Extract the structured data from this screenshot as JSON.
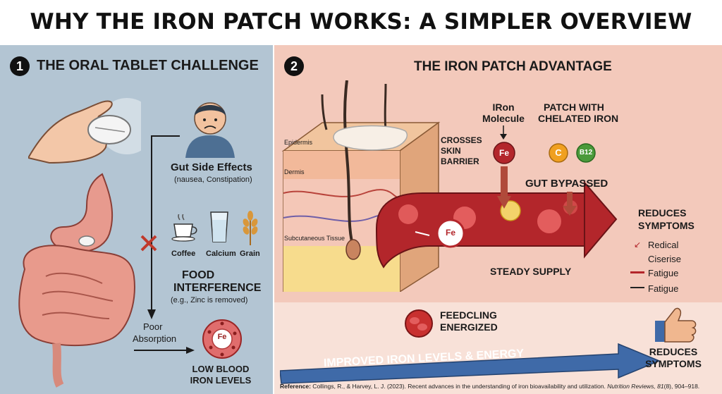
{
  "title": "WHY THE IRON PATCH WORKS: A SIMPLER OVERVIEW",
  "left": {
    "number": "1",
    "heading": "THE ORAL TABLET CHALLENGE",
    "gut_side_effects": "Gut Side Effects",
    "gut_side_effects_note": "(nausea, Constipation)",
    "foods": [
      "Coffee",
      "Calcium",
      "Grain"
    ],
    "food_interference_line1": "FOOD",
    "food_interference_line2": "INTERFERENCE",
    "food_interference_note": "(e.g., Zinc is removed)",
    "poor_absorption_line1": "Poor",
    "poor_absorption_line2": "Absorption",
    "fe": "Fe",
    "low_blood_line1": "LOW BLOOD",
    "low_blood_line2": "IRON LEVELS"
  },
  "right": {
    "number": "2",
    "heading": "THE IRON PATCH ADVANTAGE",
    "layers": [
      "Epidermis",
      "Dermis",
      "Subcutaneous Tissue"
    ],
    "iron_molecule_line1": "IRon",
    "iron_molecule_line2": "Molecule",
    "patch_line1": "PATCH WITH",
    "patch_line2": "CHELATED IRON",
    "crosses_line1": "CROSSES",
    "crosses_line2": "SKIN",
    "crosses_line3": "BARRIER",
    "fe": "Fe",
    "vitamin_c": "C",
    "vitamin_b12": "B12",
    "gut_bypassed": "GUT BYPASSED",
    "reduces_line1": "REDUCES",
    "reduces_line2": "SYMPTOMS",
    "symptoms": [
      "Redical",
      "Ciserise",
      "Fatigue",
      "Fatigue"
    ],
    "steady_supply": "STEADY SUPPLY",
    "feedcling_line1": "FEEDCLING",
    "feedcling_line2": "ENERGIZED",
    "improved": "IMPROVED IRON LEVELS & ENERGY",
    "reduces2_line1": "REDUCES",
    "reduces2_line2": "SYMPTOMS"
  },
  "reference": {
    "label": "Reference:",
    "text": " Collings, R., & Harvey, L. J. (2023). Recent advances in the understanding of iron bioavailability and utilization. ",
    "journal": "Nutrition Reviews, 81",
    "issue": "(8), 904–918."
  },
  "colors": {
    "left_bg": "#b3c5d3",
    "right_bg": "#f3c9bb",
    "blood": "#b3262b",
    "arrow_blue": "#3f6aa8",
    "vitamin_c": "#f0a020",
    "vitamin_b12": "#4a9a3a"
  }
}
